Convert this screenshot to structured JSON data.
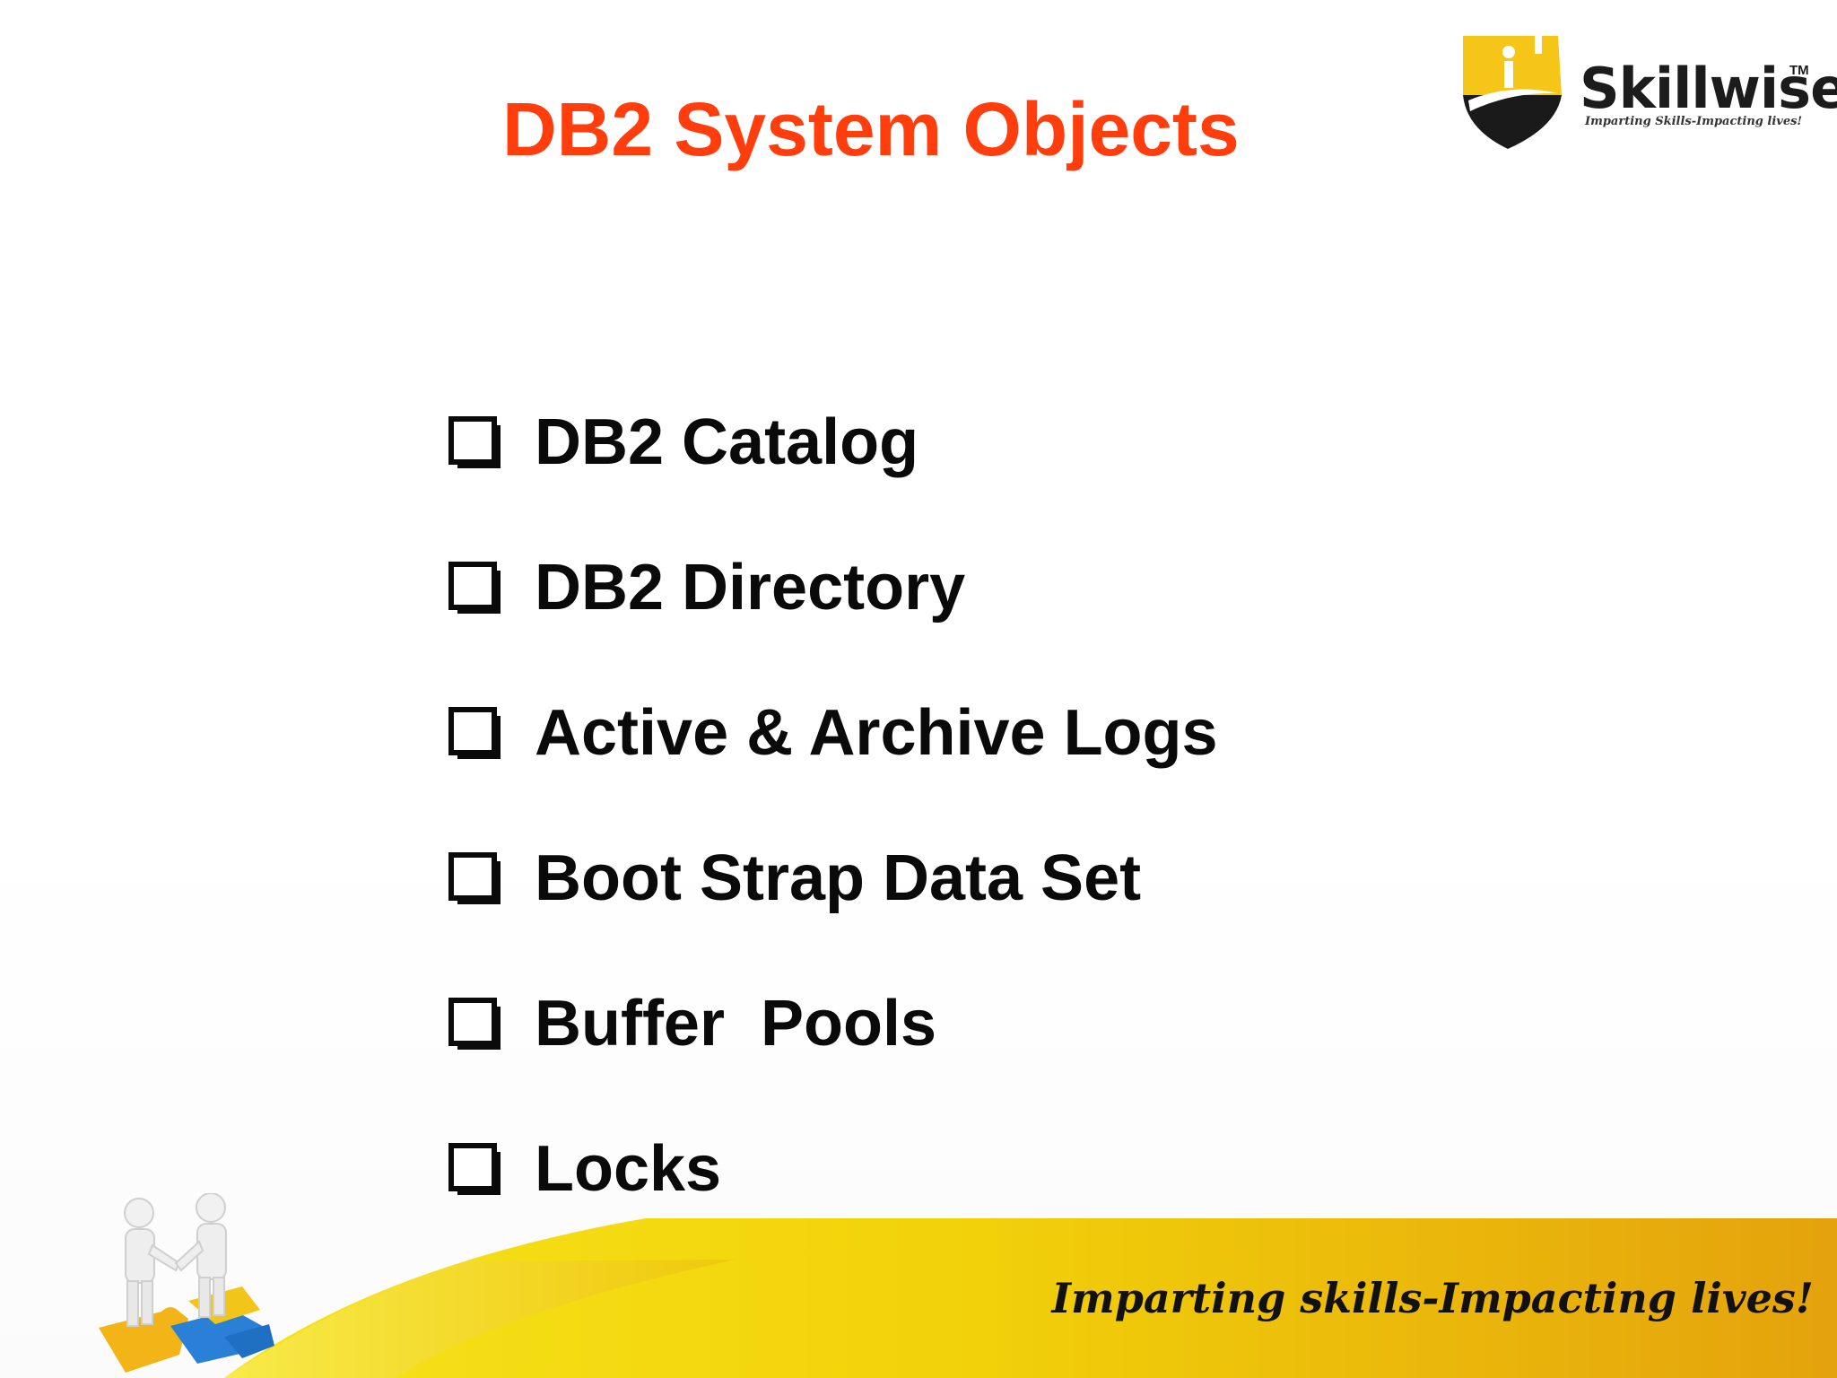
{
  "slide": {
    "title": "DB2 System Objects",
    "bullets": [
      {
        "label": "DB2 Catalog"
      },
      {
        "label": "DB2 Directory"
      },
      {
        "label": "Active & Archive Logs"
      },
      {
        "label": "Boot Strap Data Set"
      },
      {
        "label": "Buffer  Pools"
      },
      {
        "label": "Locks"
      }
    ],
    "footer_tagline": "Imparting skills-Impacting lives!"
  },
  "logo": {
    "name": "Skillwise",
    "trademark": "TM",
    "tagline": "Imparting Skills-Impacting lives!"
  },
  "colors": {
    "title": "#ff3d0d",
    "text": "#0a0a0a",
    "footer_yellow": "#f2d40a",
    "footer_orange": "#e8a40c",
    "logo_yellow": "#f5c518"
  },
  "icons": {
    "bullet": "checkbox-square-icon",
    "logo": "shield-logo-icon",
    "illustration": "handshake-puzzle-icon"
  }
}
